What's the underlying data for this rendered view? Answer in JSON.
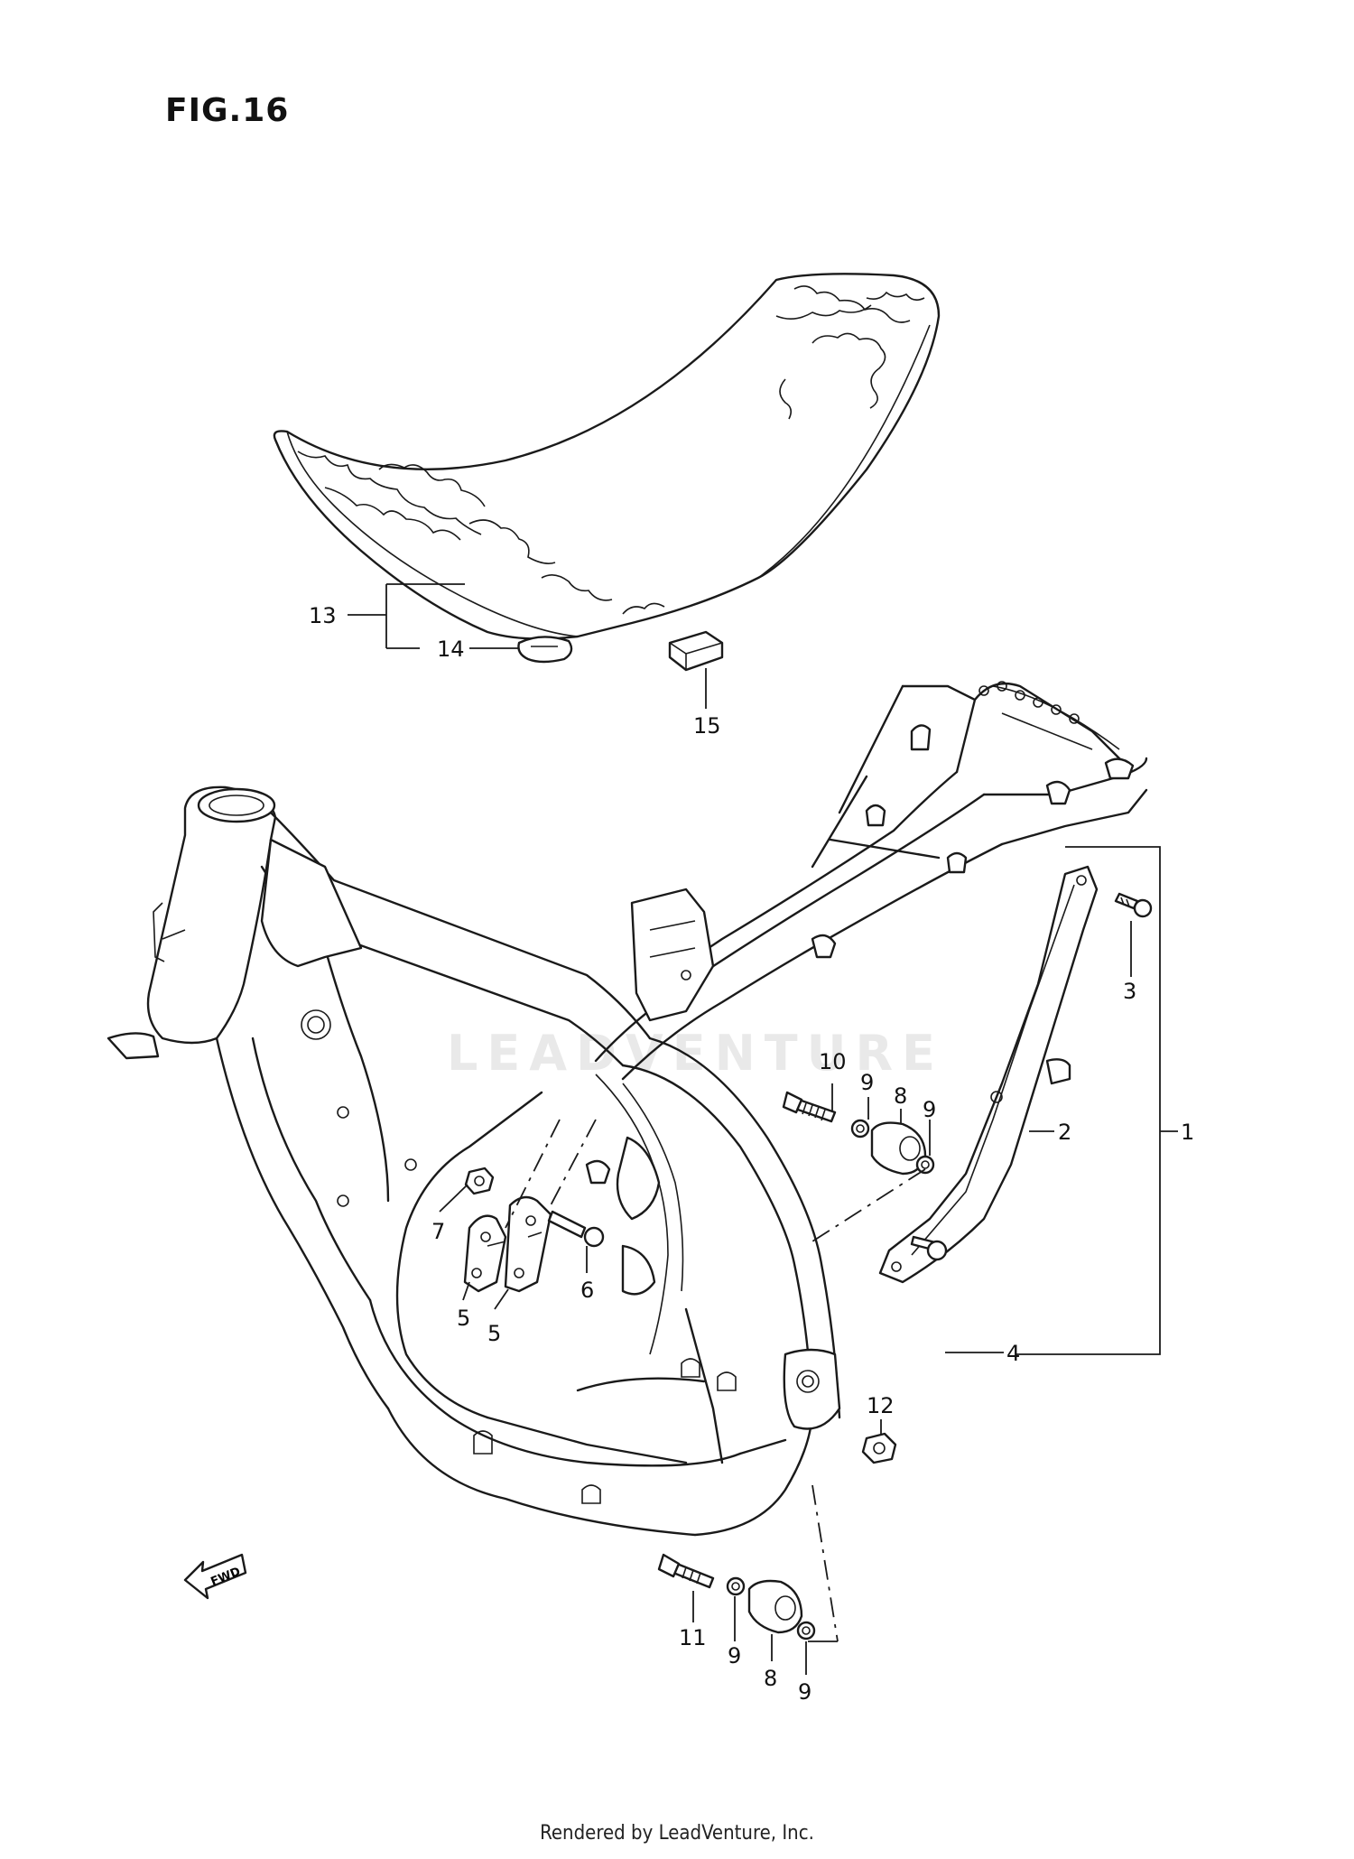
{
  "figure": {
    "title": "FIG.16",
    "watermark": "LEADVENTURE",
    "footer": "Rendered by LeadVenture, Inc.",
    "fwd_label": "FWD"
  },
  "callouts": [
    {
      "id": "c1",
      "label": "1"
    },
    {
      "id": "c2",
      "label": "2"
    },
    {
      "id": "c3",
      "label": "3"
    },
    {
      "id": "c4",
      "label": "4"
    },
    {
      "id": "c5a",
      "label": "5"
    },
    {
      "id": "c5b",
      "label": "5"
    },
    {
      "id": "c6",
      "label": "6"
    },
    {
      "id": "c7",
      "label": "7"
    },
    {
      "id": "c8a",
      "label": "8"
    },
    {
      "id": "c8b",
      "label": "8"
    },
    {
      "id": "c9a",
      "label": "9"
    },
    {
      "id": "c9b",
      "label": "9"
    },
    {
      "id": "c9c",
      "label": "9"
    },
    {
      "id": "c9d",
      "label": "9"
    },
    {
      "id": "c10",
      "label": "10"
    },
    {
      "id": "c11",
      "label": "11"
    },
    {
      "id": "c12",
      "label": "12"
    },
    {
      "id": "c13",
      "label": "13"
    },
    {
      "id": "c14",
      "label": "14"
    },
    {
      "id": "c15",
      "label": "15"
    }
  ]
}
